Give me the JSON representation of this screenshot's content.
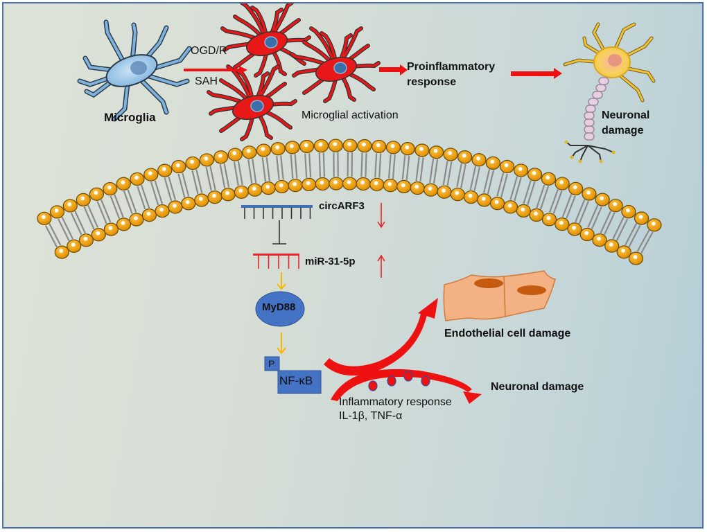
{
  "diagram": {
    "top_row": {
      "microglia_label": "Microglia",
      "stimulus_1": "OGD/R",
      "stimulus_2": "SAH",
      "activation_label": "Microglial activation",
      "proinflammatory_line1": "Proinflammatory",
      "proinflammatory_line2": "response",
      "neuronal_damage_line1": "Neuronal",
      "neuronal_damage_line2": "damage"
    },
    "pathway": {
      "circrna_label": "circARF3",
      "circrna_trend": "down",
      "mirna_label": "miR-31-5p",
      "mirna_trend": "up",
      "myd88_label": "MyD88",
      "phospho_label": "P",
      "nfkb_label": "NF-κB"
    },
    "outcomes": {
      "endothelial_label": "Endothelial cell damage",
      "neuronal_label": "Neuronal damage",
      "inflammatory_line1": "Inflammatory response",
      "inflammatory_line2": "IL-1β, TNF-α"
    },
    "colors": {
      "frame_border": "#4a6fae",
      "red_arrow": "#ee1111",
      "membrane_head": "#f0a010",
      "circrna_blue": "#3f6fb5",
      "mirna_red": "#e5232a",
      "yellow_arrow": "#f5b800",
      "protein_blue": "#4472c4",
      "endothelial_fill": "#f4b183",
      "endothelial_nucleus": "#c55a11"
    }
  }
}
